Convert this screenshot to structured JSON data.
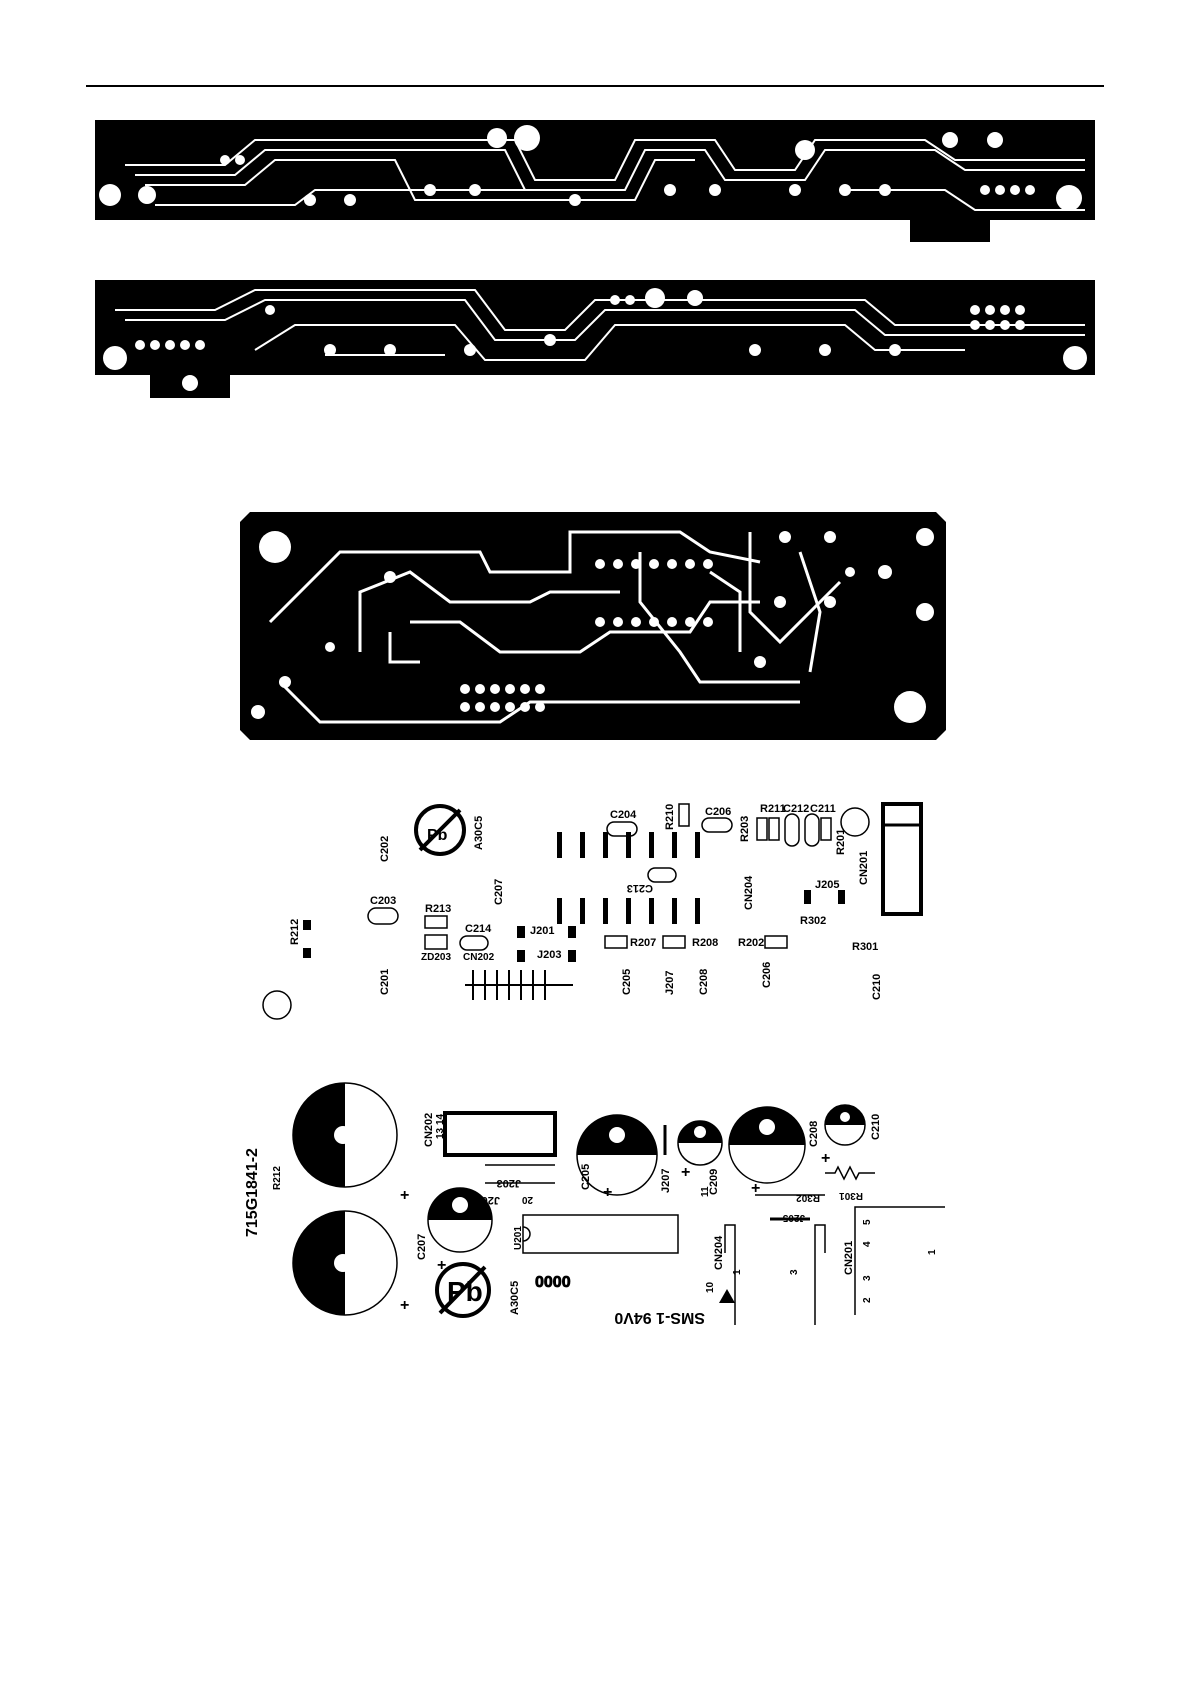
{
  "document": {
    "panel_labels": {
      "silkscreen_top": [
        "C202",
        "C203",
        "R213",
        "C207",
        "C214",
        "CN202",
        "ZD203",
        "R212",
        "C201",
        "J201",
        "J203",
        "C204",
        "C213",
        "R210",
        "C206",
        "R203",
        "R211",
        "C212",
        "C211",
        "R201",
        "CN201",
        "CN204",
        "J205",
        "R302",
        "R207",
        "R208",
        "R202",
        "R301",
        "C205",
        "J207",
        "C208",
        "C206",
        "C210",
        "A30C5"
      ],
      "silkscreen_bottom": [
        "715G1841-2",
        "C201",
        "C202",
        "R212",
        "CN202",
        "J203",
        "J201",
        "C205",
        "J207",
        "C209",
        "C208",
        "C210",
        "R301",
        "R302",
        "J205",
        "U201",
        "CN204",
        "CN201",
        "C207",
        "A30C5",
        "SMS-1 94V0",
        "0000"
      ],
      "pins": [
        "14",
        "13",
        "20",
        "10",
        "11",
        "1",
        "3",
        "1",
        "2",
        "3",
        "4",
        "5"
      ],
      "plus": "+"
    }
  }
}
